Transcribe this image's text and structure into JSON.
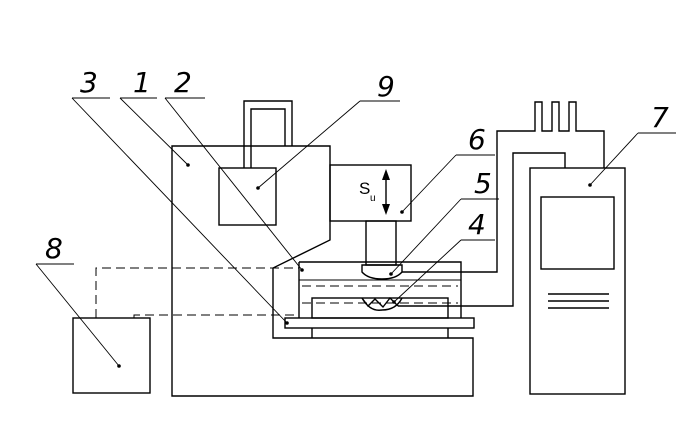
{
  "labels": {
    "l1": "1",
    "l2": "2",
    "l3": "3",
    "l4": "4",
    "l5": "5",
    "l6": "6",
    "l7": "7",
    "l8": "8",
    "l9": "9"
  },
  "feed_symbol": {
    "main": "S",
    "subscript": "u"
  }
}
